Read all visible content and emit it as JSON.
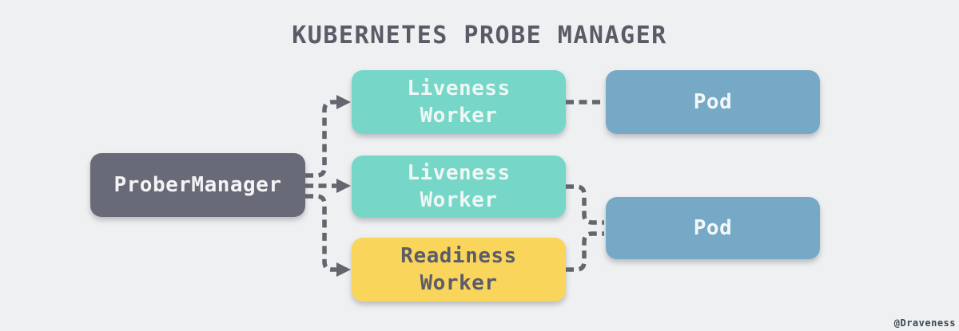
{
  "title": "KUBERNETES PROBE MANAGER",
  "watermark": "@Draveness",
  "colors": {
    "background": "#eef0f1",
    "node_dark": "#696a77",
    "node_teal": "#76d6c7",
    "node_yellow": "#fad55c",
    "node_blue": "#75a9c5",
    "connector": "#64656f",
    "light_text": "#f4f4f6",
    "dark_text": "#5b5c6a",
    "title_text": "#5a5b67",
    "watermark_text": "#3d4954"
  },
  "nodes": {
    "prober_manager": {
      "label": "ProberManager",
      "color": "#696a77"
    },
    "liveness_worker_1": {
      "label": "Liveness\nWorker",
      "color": "#76d6c7"
    },
    "liveness_worker_2": {
      "label": "Liveness\nWorker",
      "color": "#76d6c7"
    },
    "readiness_worker": {
      "label": "Readiness\nWorker",
      "color": "#fad55c"
    },
    "pod_1": {
      "label": "Pod",
      "color": "#75a9c5"
    },
    "pod_2": {
      "label": "Pod",
      "color": "#75a9c5"
    }
  },
  "edges": [
    {
      "from": "prober_manager",
      "to": "liveness_worker_1",
      "style": "dashed",
      "arrow": true
    },
    {
      "from": "prober_manager",
      "to": "liveness_worker_2",
      "style": "dashed",
      "arrow": true
    },
    {
      "from": "prober_manager",
      "to": "readiness_worker",
      "style": "dashed",
      "arrow": true
    },
    {
      "from": "liveness_worker_1",
      "to": "pod_1",
      "style": "dashed",
      "arrow": false
    },
    {
      "from": "liveness_worker_2",
      "to": "pod_2",
      "style": "dashed",
      "arrow": false
    },
    {
      "from": "readiness_worker",
      "to": "pod_2",
      "style": "dashed",
      "arrow": false
    }
  ]
}
